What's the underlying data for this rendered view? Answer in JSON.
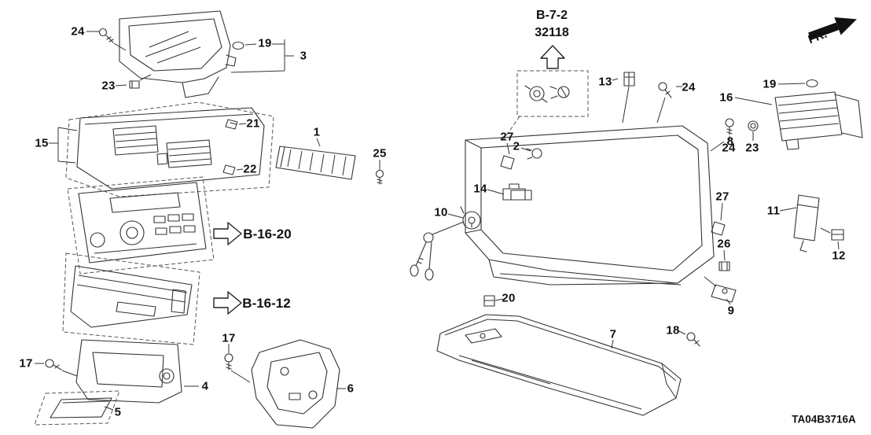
{
  "diagram": {
    "refs": {
      "b72_line1": "B-7-2",
      "b72_line2": "32118",
      "b1620": "B-16-20",
      "b1612": "B-16-12",
      "fr": "FR.",
      "code": "TA04B3716A"
    },
    "callouts": [
      {
        "label": "24"
      },
      {
        "label": "19"
      },
      {
        "label": "3"
      },
      {
        "label": "23"
      },
      {
        "label": "15"
      },
      {
        "label": "21"
      },
      {
        "label": "22"
      },
      {
        "label": "1"
      },
      {
        "label": "25"
      },
      {
        "label": "17"
      },
      {
        "label": "4"
      },
      {
        "label": "5"
      },
      {
        "label": "17"
      },
      {
        "label": "6"
      },
      {
        "label": "13"
      },
      {
        "label": "24"
      },
      {
        "label": "16"
      },
      {
        "label": "19"
      },
      {
        "label": "24"
      },
      {
        "label": "23"
      },
      {
        "label": "8"
      },
      {
        "label": "27"
      },
      {
        "label": "2"
      },
      {
        "label": "14"
      },
      {
        "label": "10"
      },
      {
        "label": "27"
      },
      {
        "label": "11"
      },
      {
        "label": "12"
      },
      {
        "label": "26"
      },
      {
        "label": "9"
      },
      {
        "label": "20"
      },
      {
        "label": "18"
      },
      {
        "label": "7"
      }
    ]
  }
}
